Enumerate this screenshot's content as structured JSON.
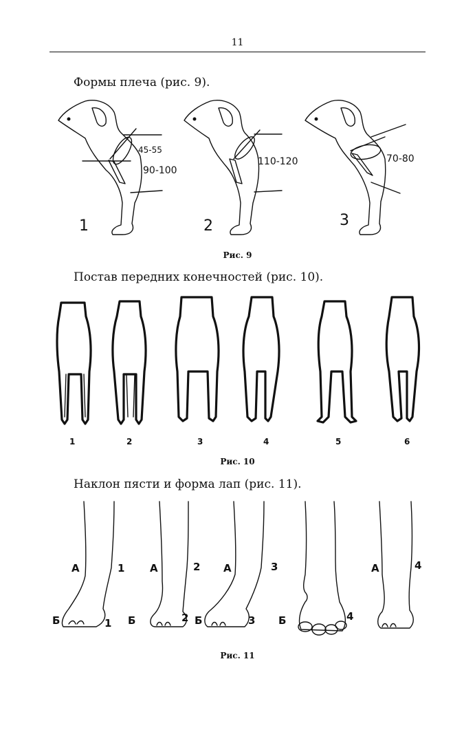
{
  "page": {
    "number": "11"
  },
  "sections": [
    {
      "heading": "Формы плеча (рис. 9).",
      "caption": "Рис. 9",
      "figures": [
        {
          "label": "1",
          "angles": [
            "45-55",
            "90-100"
          ]
        },
        {
          "label": "2",
          "angles": [
            "110-120"
          ]
        },
        {
          "label": "3",
          "angles": [
            "70-80"
          ]
        }
      ]
    },
    {
      "heading": "Постав передних конечностей (рис. 10).",
      "caption": "Рис. 10",
      "figures": [
        {
          "label": "1"
        },
        {
          "label": "2"
        },
        {
          "label": "3"
        },
        {
          "label": "4"
        },
        {
          "label": "5"
        },
        {
          "label": "6"
        }
      ]
    },
    {
      "heading": "Наклон пясти и форма лап (рис. 11).",
      "caption": "Рис. 11",
      "figures": [
        {
          "labels": [
            "А",
            "1",
            "Б",
            "1"
          ]
        },
        {
          "labels": [
            "А",
            "2",
            "Б",
            "2"
          ]
        },
        {
          "labels": [
            "А",
            "3",
            "Б",
            "3"
          ]
        },
        {
          "labels": [
            "Б",
            "4"
          ]
        },
        {
          "labels": [
            "А",
            "4"
          ]
        }
      ]
    }
  ]
}
